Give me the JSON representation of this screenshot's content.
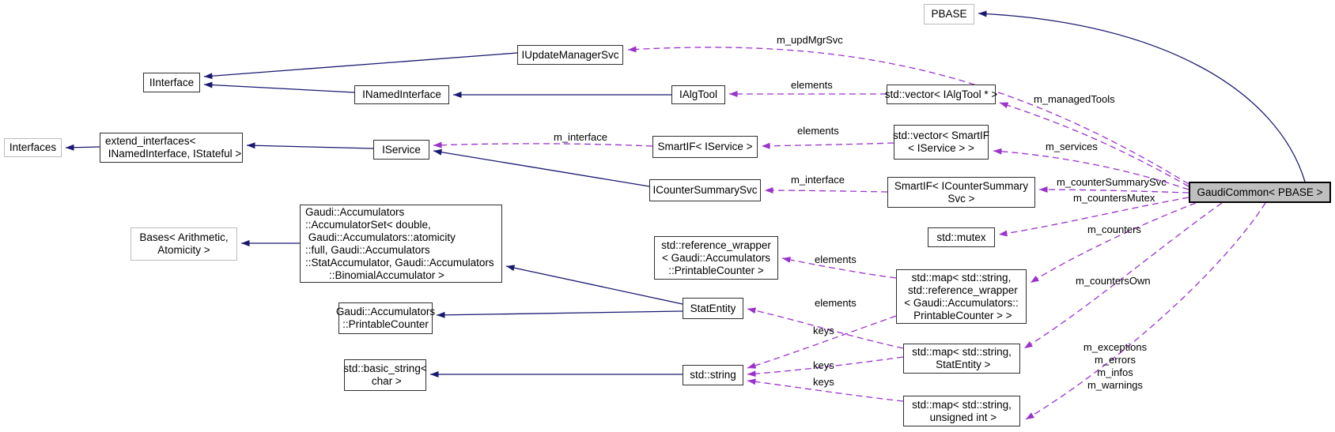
{
  "nodes": {
    "pbase": {
      "label": "PBASE"
    },
    "iupdatemanagersvc": {
      "label": "IUpdateManagerSvc"
    },
    "iinterface": {
      "label": "IInterface"
    },
    "inamedinterface": {
      "label": "INamedInterface"
    },
    "ialgtool": {
      "label": "IAlgTool"
    },
    "vector_ialgtool": {
      "label": "std::vector< IAlgTool * >"
    },
    "interfaces": {
      "label": "Interfaces"
    },
    "extend_interfaces": {
      "label": "extend_interfaces<\n INamedInterface, IStateful >"
    },
    "iservice": {
      "label": "IService"
    },
    "smartif_iservice": {
      "label": "SmartIF< IService >"
    },
    "vector_smartif": {
      "label": "std::vector< SmartIF\n< IService > >"
    },
    "icountersummarysvc": {
      "label": "ICounterSummarySvc"
    },
    "smartif_icountersummarysvc": {
      "label": "SmartIF< ICounterSummary\nSvc >"
    },
    "mutex": {
      "label": "std::mutex"
    },
    "gaudicommon": {
      "label": "GaudiCommon< PBASE >"
    },
    "bases": {
      "label": "Bases< Arithmetic,\nAtomicity >"
    },
    "accumulatorset": {
      "label": "Gaudi::Accumulators\n::AccumulatorSet< double,\n Gaudi::Accumulators::atomicity\n::full, Gaudi::Accumulators\n::StatAccumulator, Gaudi::Accumulators\n        ::BinomialAccumulator >"
    },
    "reference_wrapper": {
      "label": "std::reference_wrapper\n< Gaudi::Accumulators\n::PrintableCounter >"
    },
    "map_ref_wrapper": {
      "label": "std::map< std::string,\n std::reference_wrapper\n< Gaudi::Accumulators::\n PrintableCounter > >"
    },
    "statentity": {
      "label": "StatEntity"
    },
    "printablecounter": {
      "label": "Gaudi::Accumulators\n::PrintableCounter"
    },
    "map_statentity": {
      "label": "std::map< std::string,\n StatEntity >"
    },
    "basic_string": {
      "label": "std::basic_string<\n char >"
    },
    "string": {
      "label": "std::string"
    },
    "map_unsigned": {
      "label": "std::map< std::string,\n unsigned int >"
    }
  },
  "edge_labels": {
    "m_updMgrSvc": "m_updMgrSvc",
    "elements_algtool": "elements",
    "m_managedTools": "m_managedTools",
    "m_interface_service": "m_interface",
    "elements_smartif": "elements",
    "m_services": "m_services",
    "m_interface_counter": "m_interface",
    "m_counterSummarySvc": "m_counterSummarySvc",
    "m_countersMutex": "m_countersMutex",
    "m_counters": "m_counters",
    "elements_refwrap": "elements",
    "m_countersOwn": "m_countersOwn",
    "elements_statentity": "elements",
    "keys_1": "keys",
    "keys_2": "keys",
    "keys_3": "keys",
    "exception_group": "m_exceptions\nm_errors\nm_infos\nm_warnings"
  },
  "colors": {
    "inheritance_edge": "#191970",
    "usage_edge": "#9a32cd",
    "focal_node_fill": "#bfbfbf",
    "node_border": "#2e2e2e",
    "external_node_border": "#bcbcbc"
  }
}
